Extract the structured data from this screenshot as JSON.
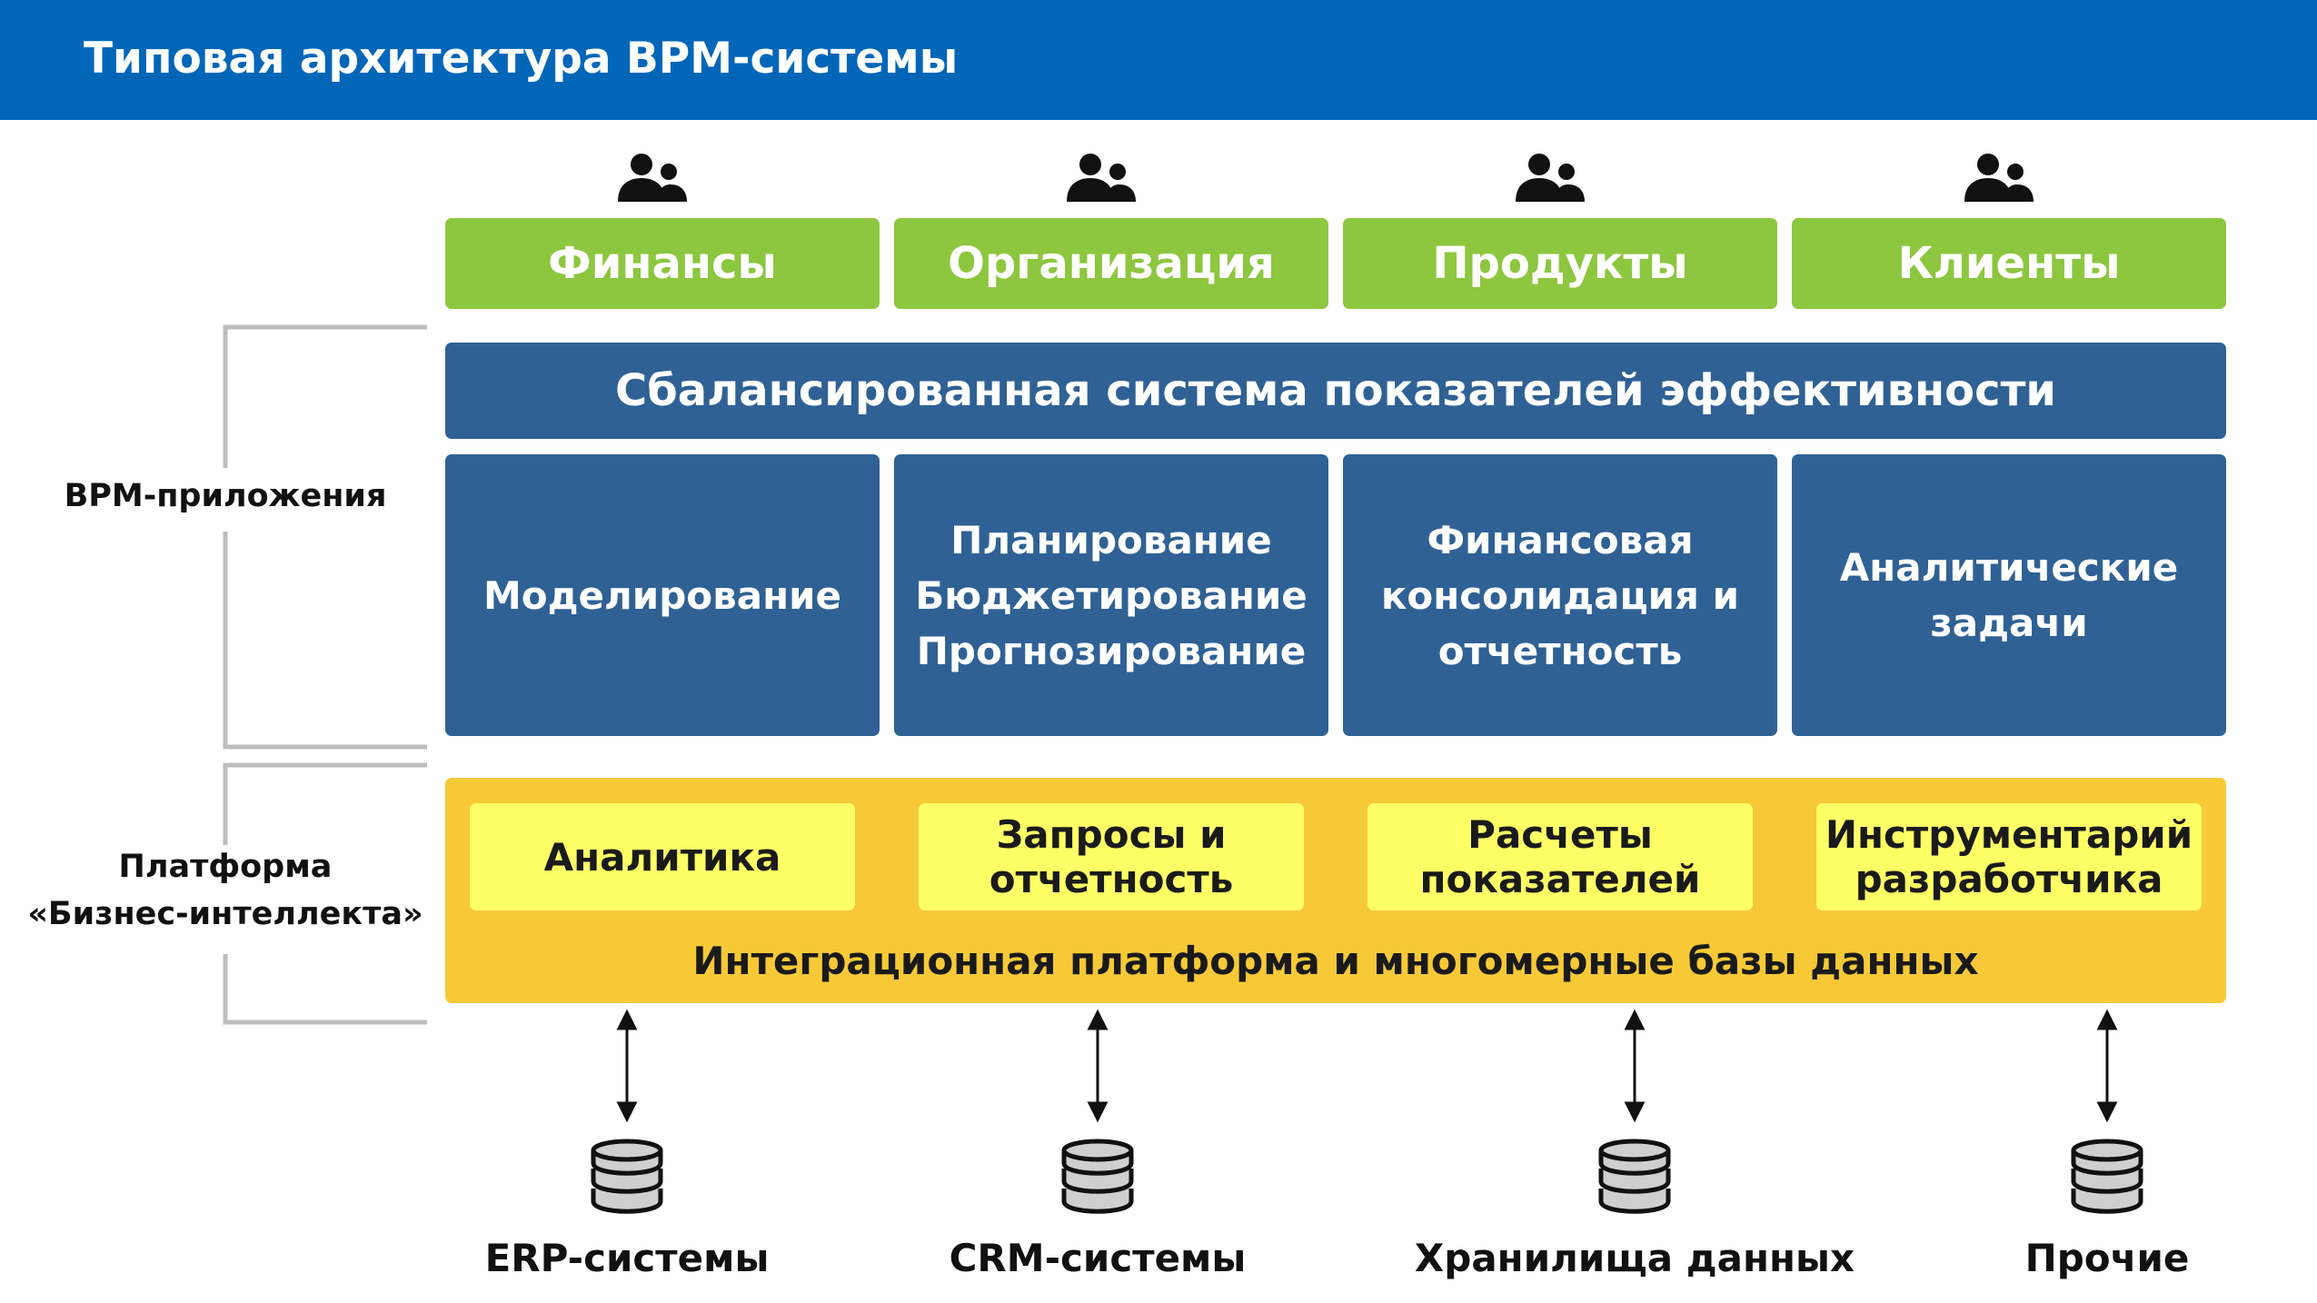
{
  "header": {
    "title": "Типовая архитектура BPM-системы"
  },
  "stakeholders": [
    {
      "label": "Финансы",
      "icon": "users-icon"
    },
    {
      "label": "Организация",
      "icon": "users-icon"
    },
    {
      "label": "Продукты",
      "icon": "users-icon"
    },
    {
      "label": "Клиенты",
      "icon": "users-icon"
    }
  ],
  "left_labels": {
    "bpm_apps": "BPM-приложения",
    "bi_platform_line1": "Платформа",
    "bi_platform_line2": "«Бизнес-интеллекта»"
  },
  "bsc": {
    "label": "Сбалансированная система показателей эффективности"
  },
  "apps": [
    {
      "lines": [
        "Моделирование"
      ]
    },
    {
      "lines": [
        "Планирование",
        "Бюджетирование",
        "Прогнозирование"
      ]
    },
    {
      "lines": [
        "Финансовая",
        "консолидация и",
        "отчетность"
      ]
    },
    {
      "lines": [
        "Аналитические",
        "задачи"
      ]
    }
  ],
  "bi_modules": [
    {
      "lines": [
        "Аналитика"
      ]
    },
    {
      "lines": [
        "Запросы и",
        "отчетность"
      ]
    },
    {
      "lines": [
        "Расчеты",
        "показателей"
      ]
    },
    {
      "lines": [
        "Инструментарий",
        "разработчика"
      ]
    }
  ],
  "integration_platform": {
    "label": "Интеграционная платформа и многомерные базы данных"
  },
  "sources": [
    {
      "label": "ERP-системы",
      "icon": "database-icon"
    },
    {
      "label": "CRM-системы",
      "icon": "database-icon"
    },
    {
      "label": "Хранилища данных",
      "icon": "database-icon"
    },
    {
      "label": "Прочие",
      "icon": "database-icon"
    }
  ],
  "colors": {
    "header_bg": "#0266b8",
    "stakeholder_bg": "#8dc63f",
    "app_bg": "#2f6195",
    "platform_bg": "#f7c937",
    "module_bg": "#ffff66"
  }
}
